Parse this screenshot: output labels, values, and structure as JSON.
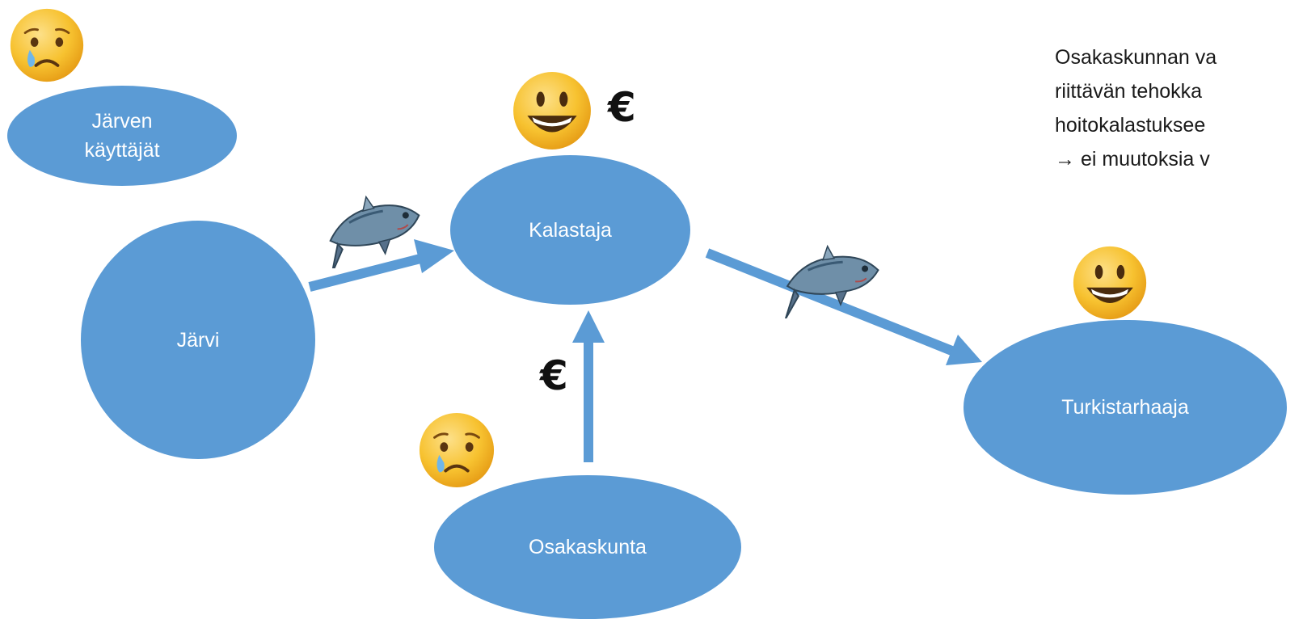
{
  "colors": {
    "node_fill": "#5b9bd5",
    "node_text": "#ffffff",
    "arrow": "#5b9bd5",
    "emoji_face": "#f9c52f",
    "euro_text": "#111111"
  },
  "nodes": {
    "jarven_kayttajat": "Järven\nkäyttäjät",
    "jarvi": "Järvi",
    "kalastaja": "Kalastaja",
    "osakaskunta": "Osakaskunta",
    "turkistarhaaja": "Turkistarhaaja"
  },
  "currency_symbols": {
    "kalastaja_euro": "€",
    "flow_euro": "€"
  },
  "side_text": {
    "line1": "Osakaskunnan va",
    "line2": "riittävän tehokka",
    "line3": "hoitokalastuksee",
    "line4": "→  ei muutoksia v"
  },
  "icons": {
    "crying_face_users": "crying-face-emoji",
    "smiling_face_fisher": "smiling-face-emoji",
    "smiling_face_farmer": "smiling-face-emoji",
    "crying_face_osakaskunta": "crying-face-emoji",
    "fish_1": "fish-icon",
    "fish_2": "fish-icon"
  }
}
